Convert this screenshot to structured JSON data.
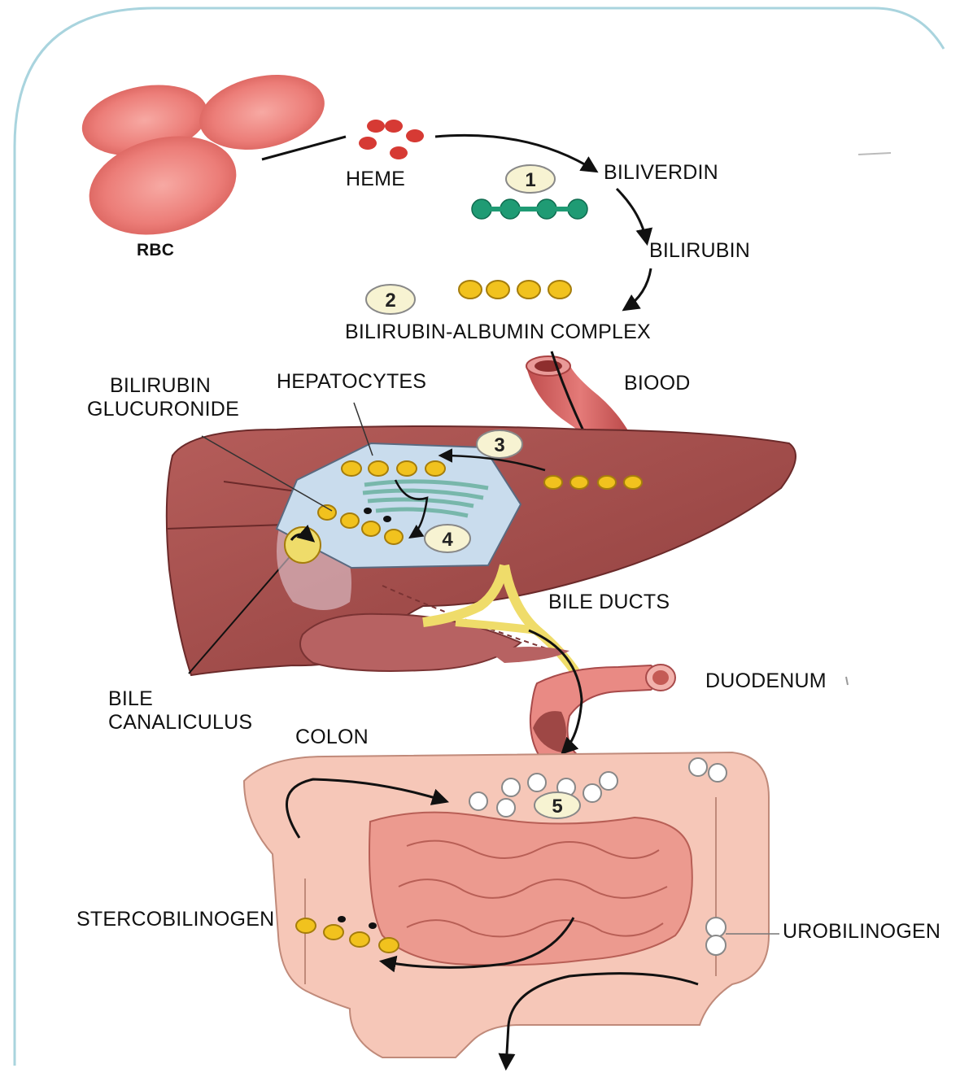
{
  "labels": {
    "rbc": "RBC",
    "heme": "HEME",
    "biliverdin": "BILIVERDIN",
    "bilirubin": "BILIRUBIN",
    "complex": "BILIRUBIN-ALBUMIN COMPLEX",
    "blood": "BIOOD",
    "hepatocytes": "HEPATOCYTES",
    "glucuronide_1": "BILIRUBIN",
    "glucuronide_2": "GLUCURONIDE",
    "bile_ducts": "BILE  DUCTS",
    "duodenum": "DUODENUM",
    "canaliculus_1": "BILE",
    "canaliculus_2": "CANALICULUS",
    "colon": "COLON",
    "stercobilinogen": "STERCOBILINOGEN",
    "urobilinogen": "UROBILINOGEN"
  },
  "steps": [
    "1",
    "2",
    "3",
    "4",
    "5"
  ],
  "colors": {
    "frame": "#a9d4de",
    "rbc": "#ec7d78",
    "heme": "#d63a34",
    "biliverdin": "#1f9b74",
    "bilirubin": "#f1c21e",
    "liver": "#a4504e",
    "hepatocyte": "#c9dced",
    "bile": "#efdc6a",
    "duodenum": "#e98a84",
    "colon": "#f6c7b8",
    "intestine": "#ec9a8f",
    "step_badge": "#f7f3d2"
  }
}
